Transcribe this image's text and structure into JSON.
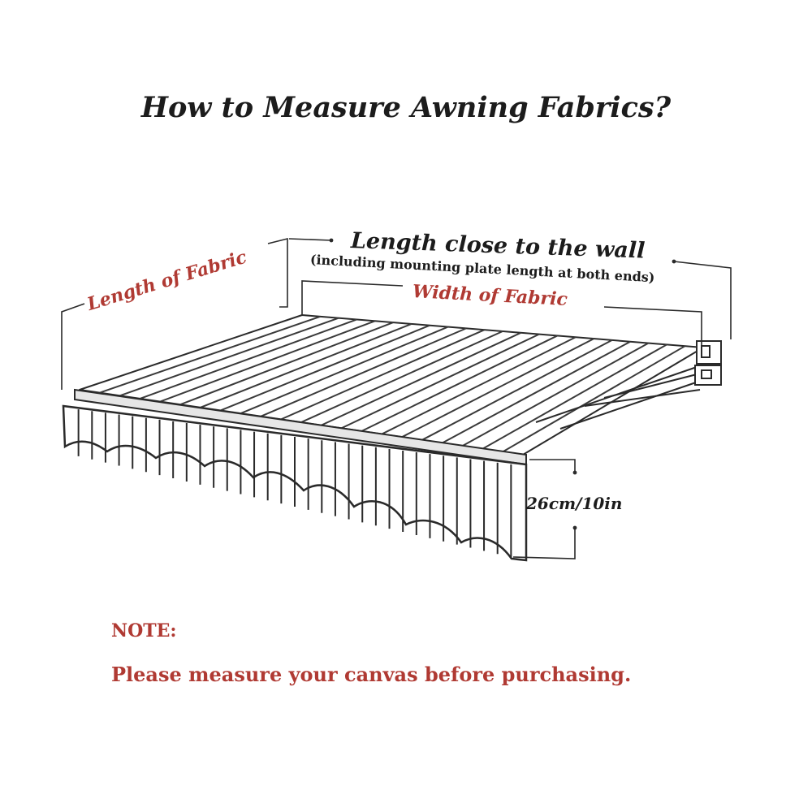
{
  "title": "How to Measure Awning Fabrics?",
  "labels": {
    "length_of_fabric": "Length of Fabric",
    "length_close_to_wall": "Length close to the wall",
    "wall_note": "(including mounting plate length at both ends)",
    "width_of_fabric": "Width of Fabric",
    "valance_height": "26cm/10in"
  },
  "note": {
    "heading": "NOTE:",
    "text": "Please measure your canvas before purchasing."
  },
  "colors": {
    "title": "#1c1c1c",
    "accent_red": "#b03a33",
    "line": "#2a2a2a"
  }
}
